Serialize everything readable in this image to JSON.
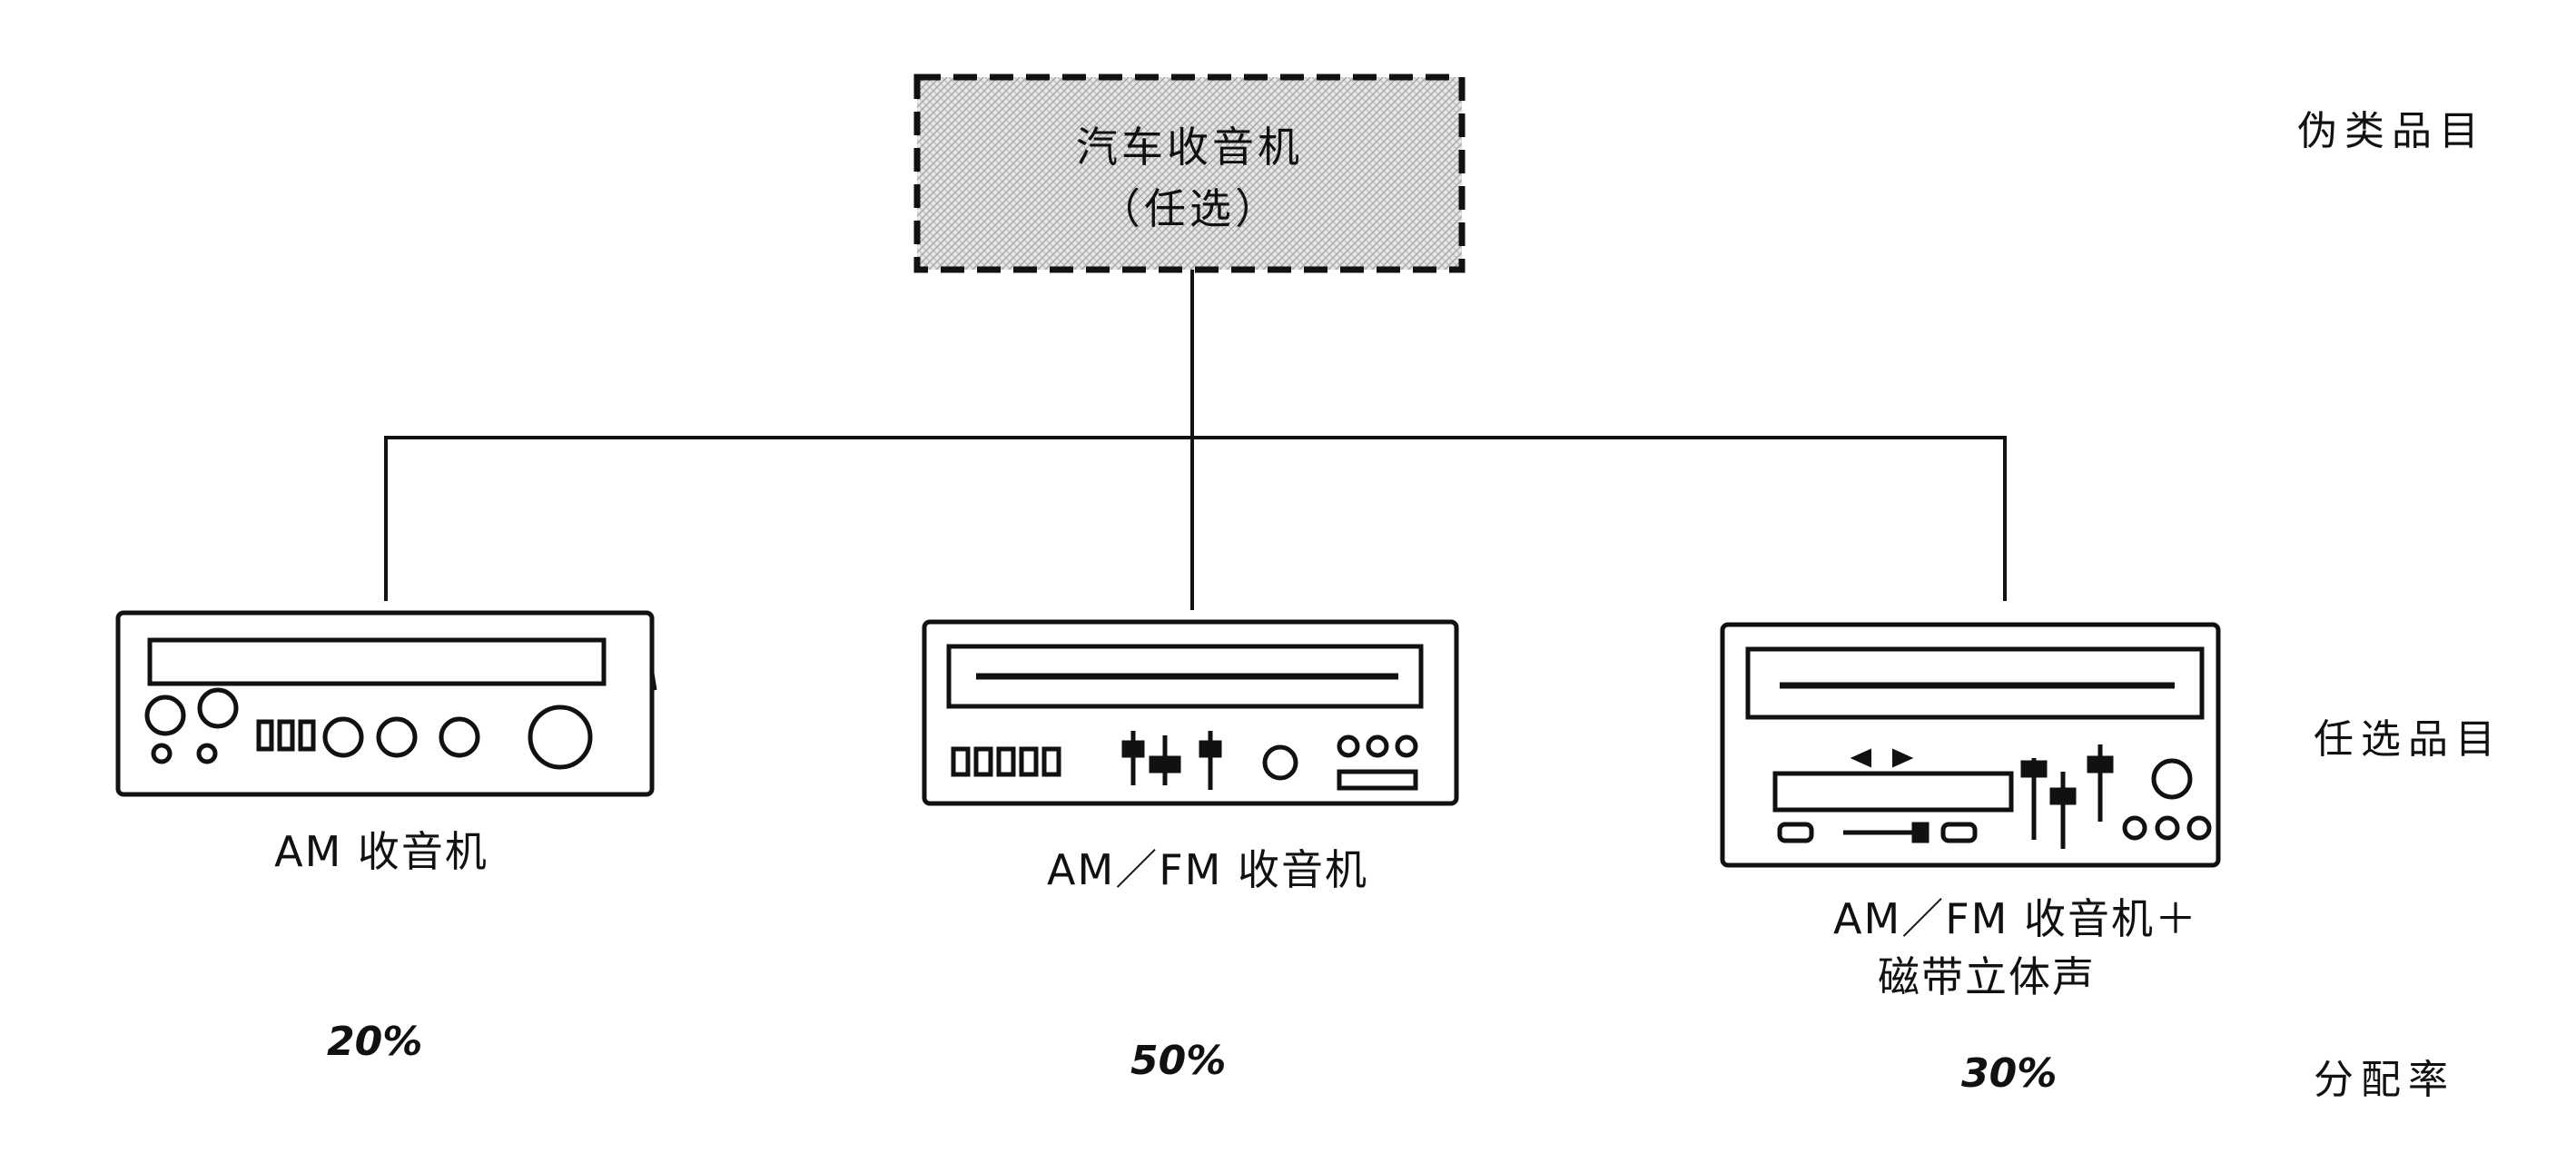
{
  "root": {
    "title": "汽车收音机",
    "subtitle": "（任选）"
  },
  "levels": {
    "pseudo": "伪类品目",
    "optional": "任选品目",
    "allocation": "分配率"
  },
  "items": [
    {
      "label": "AM 收音机",
      "label2": "",
      "rate": "20%"
    },
    {
      "label": "AM／FM 收音机",
      "label2": "",
      "rate": "50%"
    },
    {
      "label": "AM／FM 收音机＋",
      "label2": "磁带立体声",
      "rate": "30%"
    }
  ],
  "colors": {
    "line": "#111111",
    "root_fill": "#d9d9d9"
  }
}
